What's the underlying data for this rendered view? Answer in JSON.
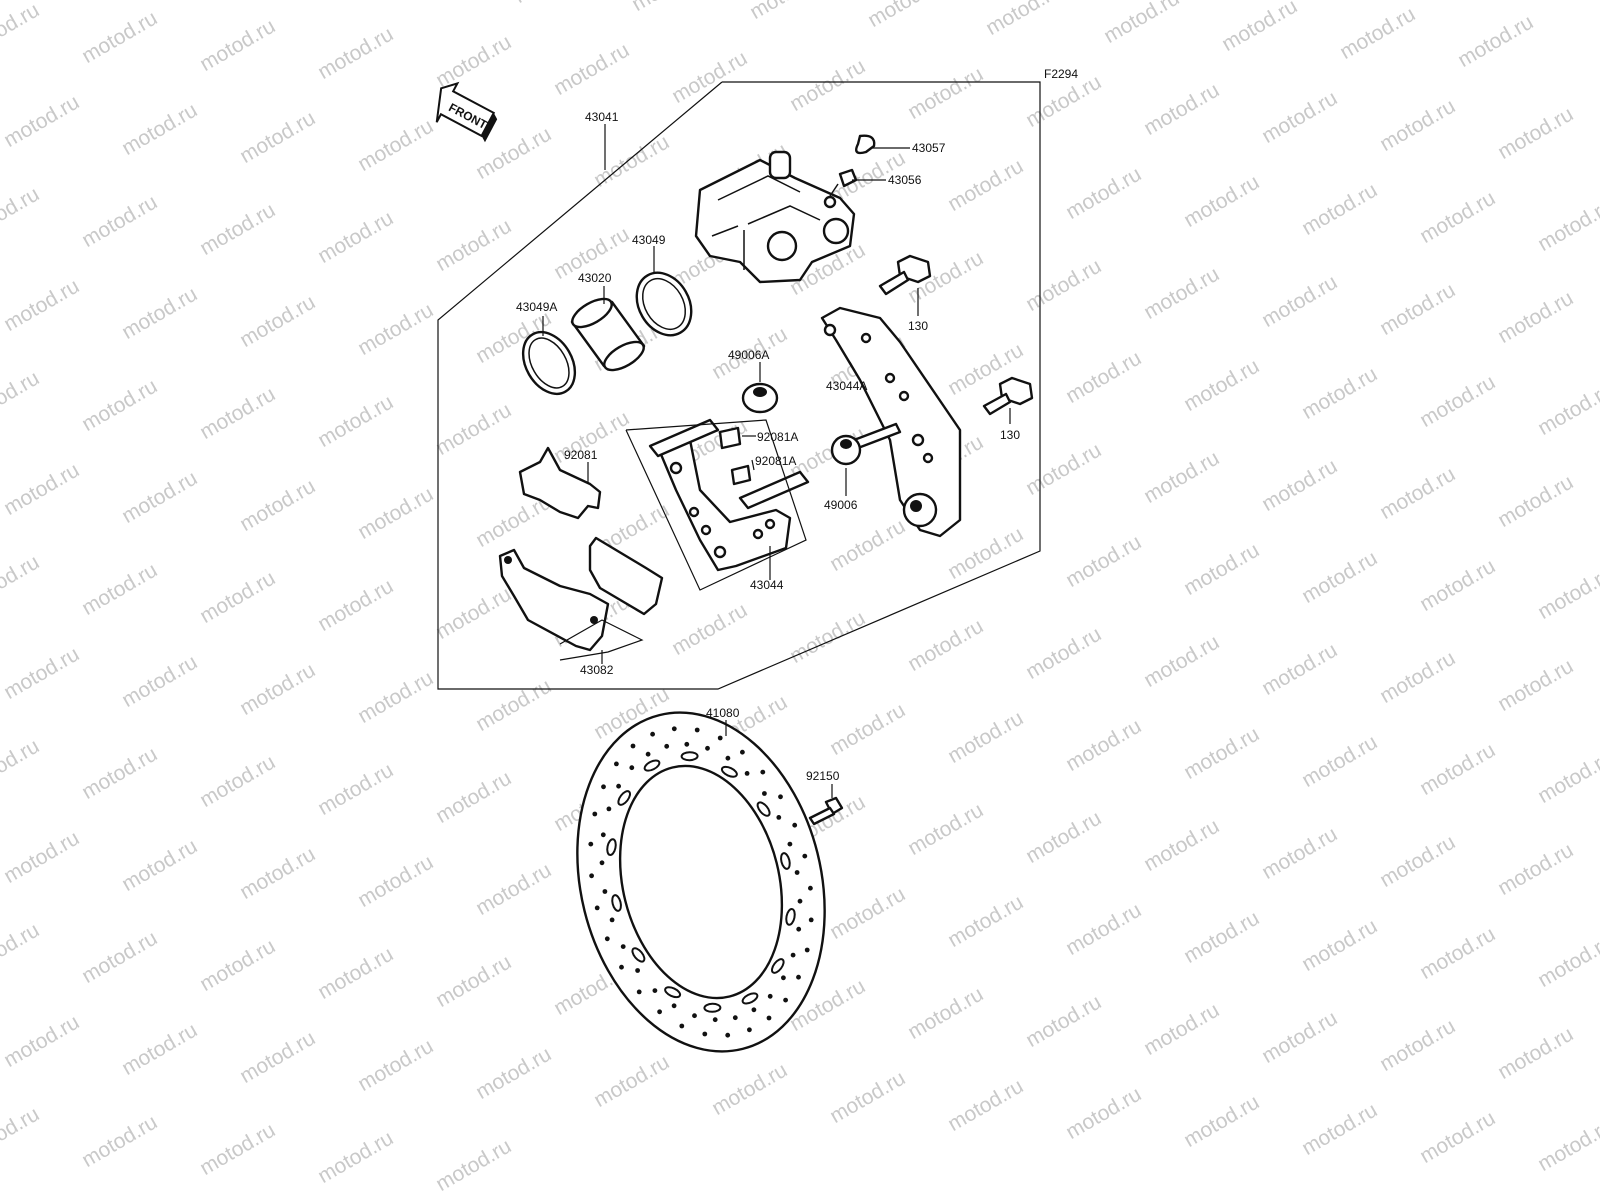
{
  "figure_id": "F2294",
  "watermark": "motod.ru",
  "front_label": "FRONT",
  "parts": {
    "caliper_assy": "43041",
    "cap": "43057",
    "bleed_valve": "43056",
    "seal": "43049",
    "piston": "43020",
    "dust_seal": "43049A",
    "boot_a": "49006A",
    "bracket_a": "43044A",
    "bolt_top": "130",
    "bolt_mid": "130",
    "pad_spring": "92081",
    "bushing_a": "92081A",
    "bushing": "92081A",
    "boot": "49006",
    "bracket": "43044",
    "pads": "43082",
    "disc": "41080",
    "disc_bolt": "92150"
  }
}
